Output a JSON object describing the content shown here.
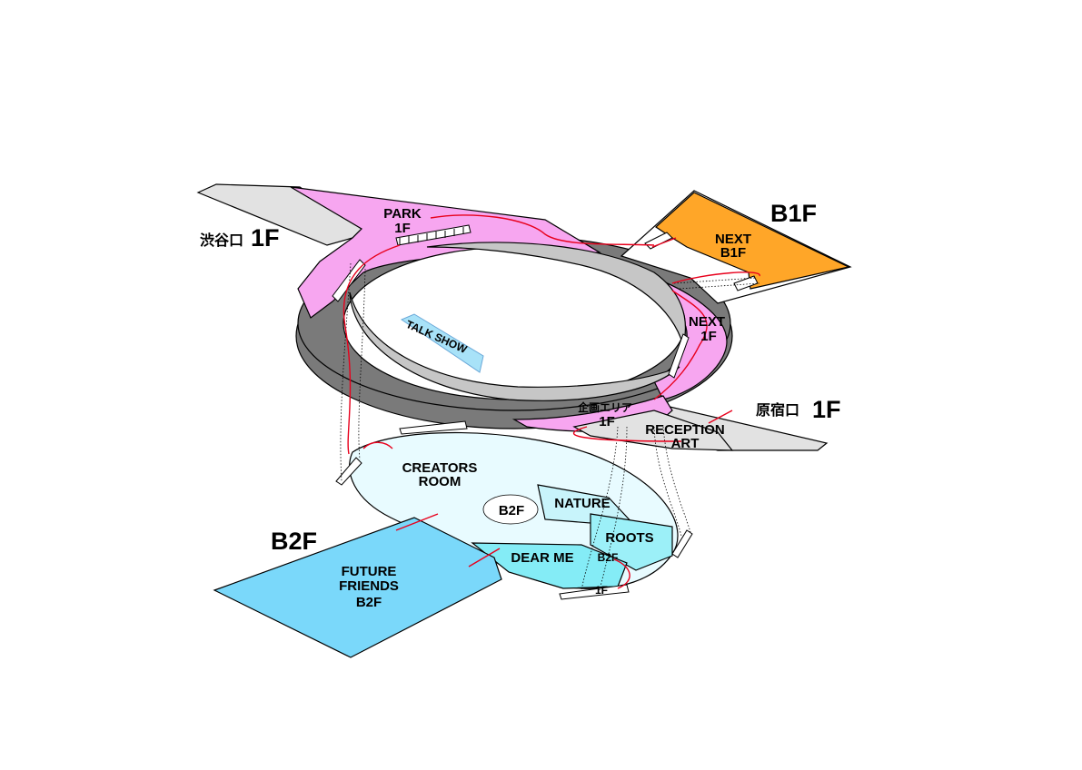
{
  "floors": {
    "f1_shibuya": {
      "name": "渋谷口",
      "level": "1F"
    },
    "f1_harajuku": {
      "name": "原宿口",
      "level": "1F"
    },
    "b1": {
      "level": "B1F"
    },
    "b2": {
      "level": "B2F"
    }
  },
  "zones": {
    "park": [
      "PARK",
      "1F"
    ],
    "next_b1": [
      "NEXT",
      "B1F"
    ],
    "next_1f": [
      "NEXT",
      "1F"
    ],
    "talk_show": "TALK SHOW",
    "kikaku": [
      "企画エリア",
      "1F"
    ],
    "reception": [
      "RECEPTION",
      "ART"
    ],
    "creators": [
      "CREATORS",
      "ROOM"
    ],
    "b2_center": "B2F",
    "nature": "NATURE",
    "roots": "ROOTS",
    "dear_me": "DEAR ME",
    "b2f_small": "B2F",
    "f1_small": "1F",
    "future": [
      "FUTURE",
      "FRIENDS",
      "B2F"
    ]
  },
  "colors": {
    "pink": "#f7a6f0",
    "orange": "#ffa628",
    "dark_gray": "#7a7a7a",
    "light_gray": "#e2e2e2",
    "mid_gray": "#c6c6c6",
    "b2_pale": "#e8fbff",
    "b2_light": "#c8f4fb",
    "b2_cyan": "#9cf0f8",
    "b2_mid": "#84ecf6",
    "future_blue": "#7ad8fa",
    "stage_blue": "#a8e2f8",
    "route_red": "#e8001c"
  }
}
